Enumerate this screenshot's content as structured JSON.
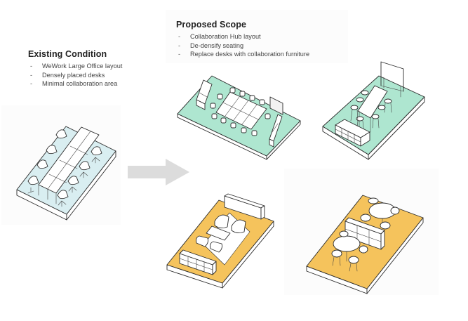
{
  "existing": {
    "title": "Existing Condition",
    "bullets": [
      "WeWork Large Office layout",
      "Densely placed desks",
      "Minimal collaboration area"
    ],
    "floor_color": "#d6ecf0",
    "layout": "Large office with dense desk benching and task chairs"
  },
  "proposed": {
    "title": "Proposed Scope",
    "bullets": [
      "Collaboration Hub layout",
      "De-densify seating",
      "Replace desks with collaboration furniture"
    ],
    "options": [
      {
        "name": "Conference table with chairs, bookshelves and whiteboard",
        "floor_color": "#a8e6cf"
      },
      {
        "name": "High table with bar stools, whiteboard and storage shelving",
        "floor_color": "#a8e6cf"
      },
      {
        "name": "Lounge armchairs with coffee table, bench and shelving",
        "floor_color": "#f5c35c"
      },
      {
        "name": "Round cafe tables with chairs and divider shelving",
        "floor_color": "#f5c35c"
      }
    ]
  },
  "arrow": {
    "direction": "right",
    "color": "#dcdcdc"
  }
}
